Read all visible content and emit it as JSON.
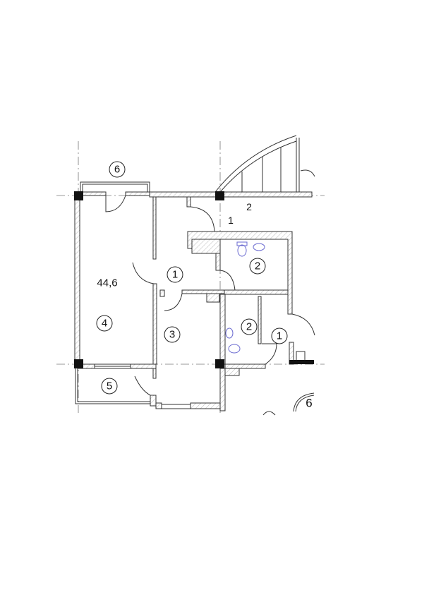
{
  "plan": {
    "area_label": "44,6",
    "room_tags": [
      {
        "id": "balcony-top",
        "label": "6"
      },
      {
        "id": "hall",
        "label": "1"
      },
      {
        "id": "bath-upper",
        "label": "2"
      },
      {
        "id": "living",
        "label": "4"
      },
      {
        "id": "bedroom",
        "label": "3"
      },
      {
        "id": "bath-lower",
        "label": "2"
      },
      {
        "id": "hall-right",
        "label": "1"
      },
      {
        "id": "balcony-bottom",
        "label": "5"
      },
      {
        "id": "neighbor",
        "label": "6"
      }
    ],
    "stair_labels": {
      "landing": "2",
      "step": "1"
    },
    "colors": {
      "lines": "#333333",
      "fixtures": "#6a6ad0",
      "columns": "#111111"
    }
  }
}
